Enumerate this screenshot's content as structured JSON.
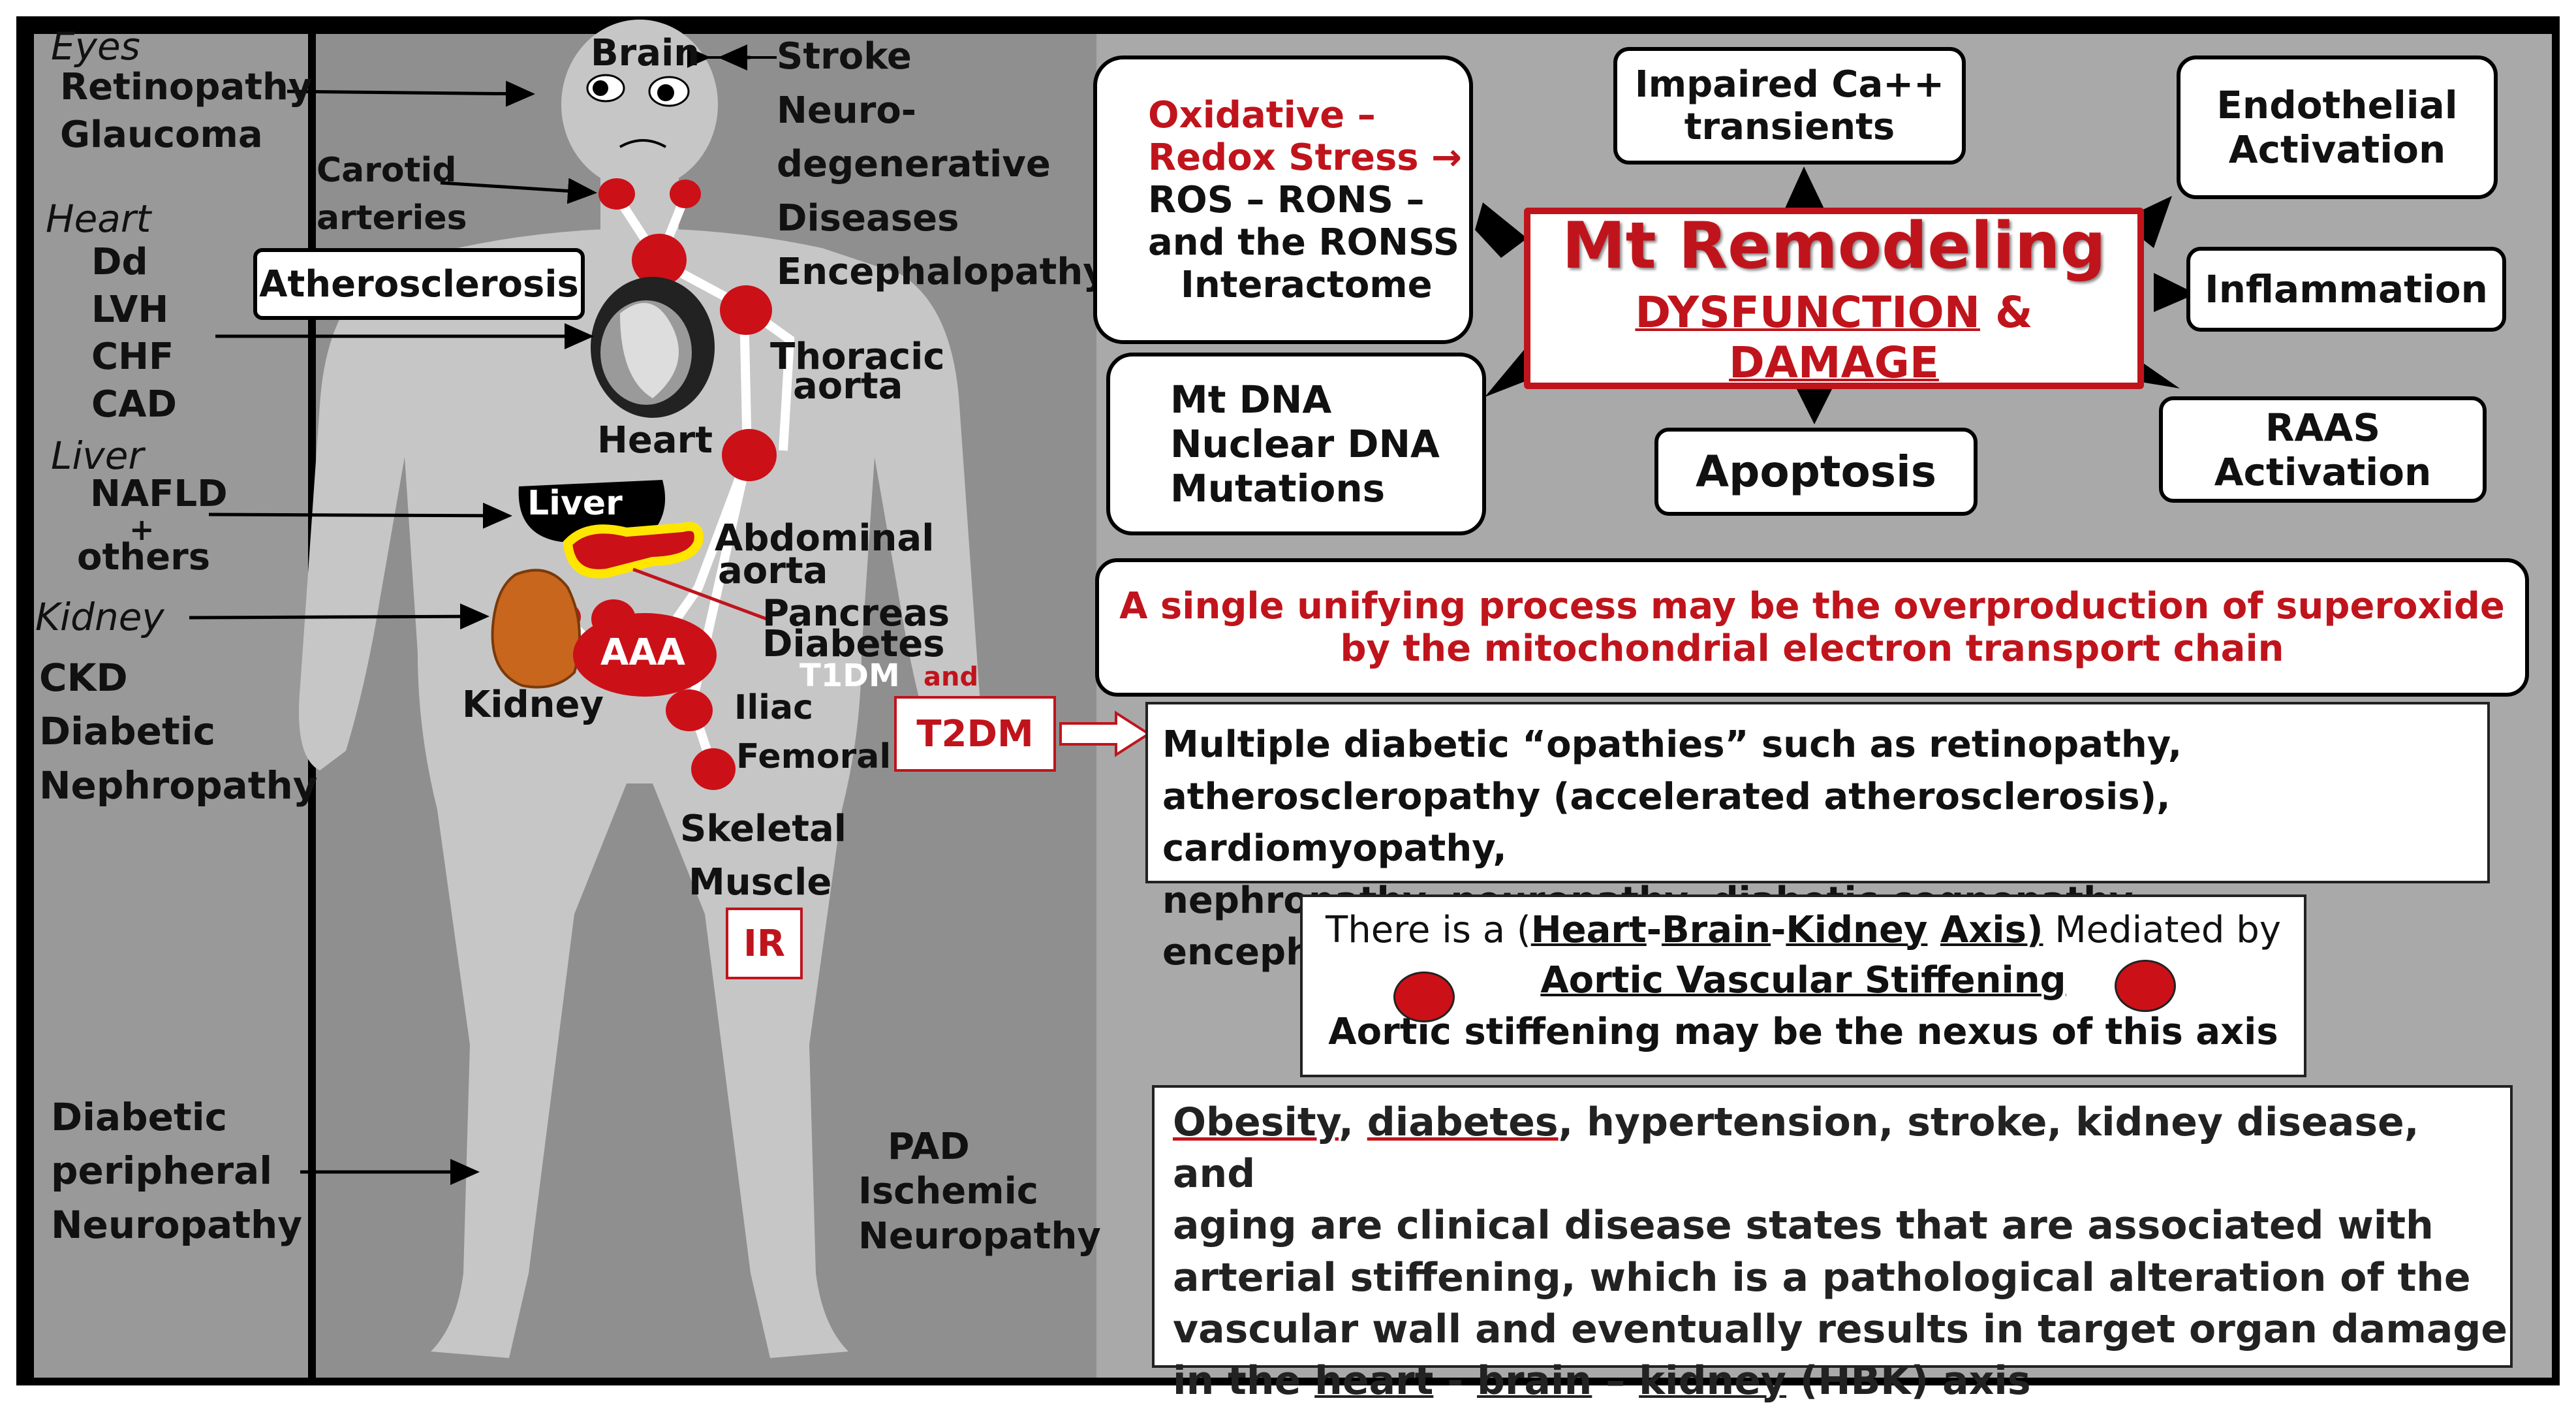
{
  "left_labels": {
    "eyes": "Eyes",
    "retinopathy": "Retinopathy",
    "glaucoma": "Glaucoma",
    "heart": "Heart",
    "dd": "Dd",
    "lvh": "LVH",
    "chf": "CHF",
    "cad": "CAD",
    "liver": "Liver",
    "nafld": "NAFLD",
    "plus": "+",
    "others": "others",
    "kidney": "Kidney",
    "ckd": "CKD",
    "diabetic": "Diabetic",
    "nephropathy": "Nephropathy",
    "dpn_1": "Diabetic",
    "dpn_2": "peripheral",
    "dpn_3": "Neuropathy"
  },
  "body_labels": {
    "brain": "Brain",
    "stroke": "Stroke",
    "neuro": "Neuro-",
    "degenerative": "degenerative",
    "diseases": "Diseases",
    "encephalopathy": "Encephalopathy",
    "carotid": "Carotid",
    "arteries": "arteries",
    "atherosclerosis": "Atherosclerosis",
    "thoracic": "Thoracic",
    "aorta": "aorta",
    "heart": "Heart",
    "liver": "Liver",
    "abdominal": "Abdominal",
    "abd_aorta": "aorta",
    "pancreas": "Pancreas",
    "diabetes": "Diabetes",
    "t1dm": "T1DM",
    "and": "and",
    "t2dm": "T2DM",
    "aaa": "AAA",
    "kidney": "Kidney",
    "iliac": "Iliac",
    "femoral": "Femoral",
    "skeletal": "Skeletal",
    "muscle": "Muscle",
    "ir": "IR",
    "pad": "PAD",
    "ischemic": "Ischemic",
    "pad_neuropathy": "Neuropathy"
  },
  "mt_boxes": {
    "oxidative_1": "Oxidative –",
    "oxidative_2": "Redox Stress →",
    "oxidative_3": "ROS – RONS –",
    "oxidative_4": "and the RONSS",
    "oxidative_5": "Interactome",
    "calcium_1": "Impaired Ca++",
    "calcium_2": "transients",
    "endothelial_1": "Endothelial",
    "endothelial_2": "Activation",
    "center_title": "Mt Remodeling",
    "center_sub_1": "DYSFUNCTION",
    "center_sub_amp": " & ",
    "center_sub_2": "DAMAGE",
    "inflammation": "Inflammation",
    "dna_1": "Mt DNA",
    "dna_2": "Nuclear DNA",
    "dna_3": "Mutations",
    "apoptosis": "Apoptosis",
    "raas_1": "RAAS",
    "raas_2": "Activation"
  },
  "statements": {
    "superoxide_1": "A single unifying process may be the overproduction of superoxide",
    "superoxide_2": "by the mitochondrial electron transport chain",
    "opathies_1": "Multiple diabetic “opathies”  such as retinopathy,",
    "opathies_2": "atheroscleropathy (accelerated atherosclerosis), cardiomyopathy,",
    "opathies_3": "nephropathy, neuropathy, diabetic cognopathy – encephalopathy.",
    "axis_pre": "There is a (",
    "axis_heart": "Heart",
    "axis_dash1": "-",
    "axis_brain": "Brain",
    "axis_dash2": "-",
    "axis_kidney": "Kidney",
    "axis_sp": " ",
    "axis_axis": "Axis)",
    "axis_post": " Mediated by",
    "axis_line2": "Aortic Vascular Stiffening",
    "axis_line3": "Aortic stiffening may be the nexus of this axis",
    "obesity_w": "Obesity",
    "comma1": ", ",
    "diabetes_w": "diabetes",
    "obesity_rest1": ", hypertension, stroke, kidney disease, and",
    "obesity_2": "aging are clinical disease states that are associated with",
    "obesity_3": "arterial stiffening, which is a pathological alteration of the",
    "obesity_4": "vascular wall and eventually results in target organ damage",
    "obesity_5a": "in the ",
    "obesity_heart": "heart",
    "obesity_d1": " - ",
    "obesity_brain": "brain",
    "obesity_d2": " – ",
    "obesity_kidney": "kidney",
    "obesity_end": "  (HBK) axis"
  },
  "colors": {
    "accent_red": "#c0141c",
    "frame": "#000000",
    "panel_grey": "#a9a9a9",
    "body_grey": "#c8c8c8"
  }
}
